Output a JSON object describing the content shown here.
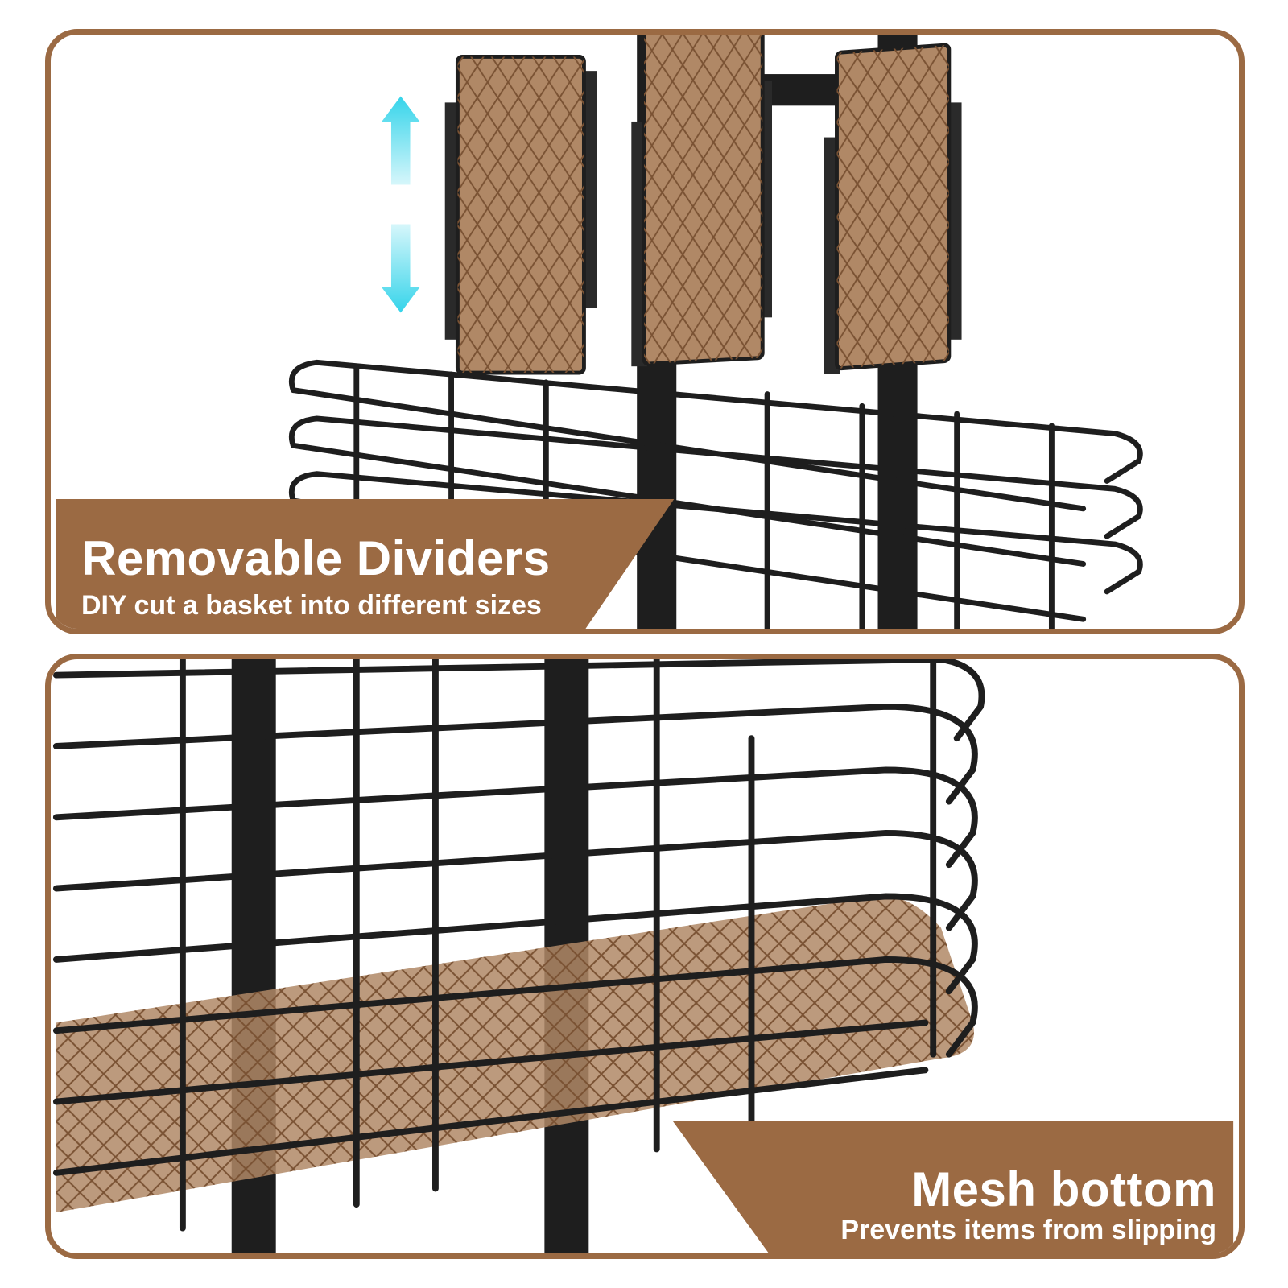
{
  "panels": {
    "top": {
      "title": "Removable Dividers",
      "subtitle": "DIY cut a basket into different sizes"
    },
    "bottom": {
      "title": "Mesh bottom",
      "subtitle": "Prevents items from slipping"
    }
  },
  "colors": {
    "accent_brown": "#9b6a43",
    "mesh_tint": "#b08866",
    "wire_black": "#1e1e1e",
    "arrow_cyan": "#35d4ea"
  },
  "icons": {
    "adjust_arrow": "double-vertical-arrow-icon"
  }
}
